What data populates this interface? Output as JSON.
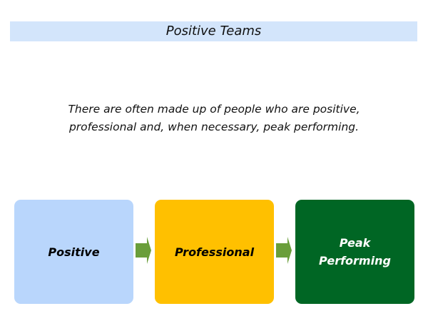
{
  "title": "Positive Teams",
  "body": {
    "line1": "There are often made up of people who are positive,",
    "line2": "professional and, when necessary, peak performing."
  },
  "flow": [
    {
      "label": "Positive",
      "color": "#b9d6fc",
      "text_color": "#000000"
    },
    {
      "label": "Professional",
      "color": "#ffc000",
      "text_color": "#000000"
    },
    {
      "label_line1": "Peak",
      "label_line2": "Performing",
      "color": "#006624",
      "text_color": "#ffffff"
    }
  ],
  "arrow_color": "#6a9e3a"
}
